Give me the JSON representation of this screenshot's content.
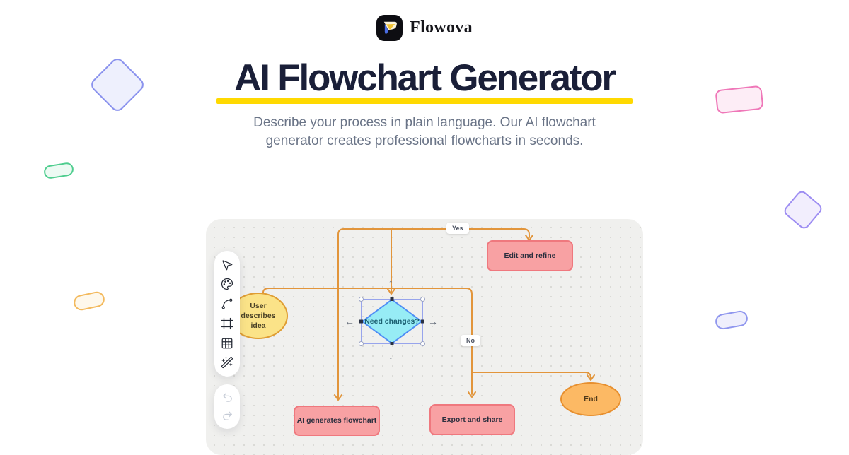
{
  "brand": {
    "name": "Flowova"
  },
  "hero": {
    "title": "AI Flowchart Generator",
    "subtitle": "Describe your process in plain language. Our AI flowchart generator creates professional flowcharts in seconds.",
    "underline_color": "#ffd900"
  },
  "colors": {
    "heading": "#1a1f38",
    "subtitle": "#6a7487",
    "canvas_bg": "#f0f0ee",
    "connector": "#e2953b",
    "process_fill": "#f8a1a3",
    "process_border": "#ef787e",
    "start_fill": "#fbe388",
    "start_border": "#df9d33",
    "decision_fill": "#97ecf5",
    "decision_border": "#4e8df5",
    "end_fill": "#fcb964",
    "end_border": "#e78f2e",
    "selection": "#97a4ec"
  },
  "canvas": {
    "toolbar": {
      "tools": [
        {
          "name": "select"
        },
        {
          "name": "palette"
        },
        {
          "name": "connector"
        },
        {
          "name": "frame"
        },
        {
          "name": "table"
        },
        {
          "name": "magic-wand"
        }
      ],
      "history": [
        {
          "name": "undo"
        },
        {
          "name": "redo"
        }
      ]
    },
    "flowchart": {
      "nodes": [
        {
          "id": "start",
          "type": "ellipse",
          "label": "User describes idea"
        },
        {
          "id": "generate",
          "type": "process",
          "label": "AI generates flowchart"
        },
        {
          "id": "decision",
          "type": "diamond",
          "label": "Need changes?",
          "selected": true
        },
        {
          "id": "edit",
          "type": "process",
          "label": "Edit and refine"
        },
        {
          "id": "export",
          "type": "process",
          "label": "Export and share"
        },
        {
          "id": "end",
          "type": "ellipse",
          "label": "End"
        }
      ],
      "edge_labels": {
        "yes": "Yes",
        "no": "No"
      }
    }
  }
}
